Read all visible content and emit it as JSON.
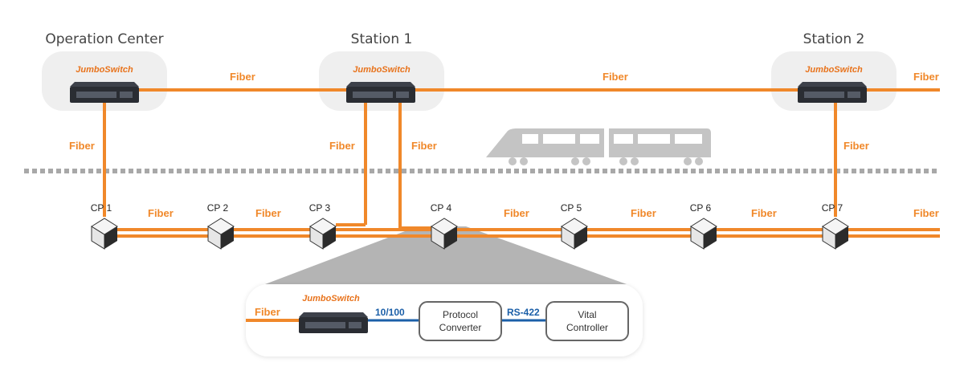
{
  "sites": {
    "operation_center": "Operation Center",
    "station1": "Station 1",
    "station2": "Station 2"
  },
  "brand": "JumboSwitch",
  "fiber_label": "Fiber",
  "control_points": [
    "CP 1",
    "CP 2",
    "CP 3",
    "CP 4",
    "CP 5",
    "CP 6",
    "CP 7"
  ],
  "detail": {
    "fiber": "Fiber",
    "link1": "10/100",
    "link2": "RS-422",
    "protocol_converter": [
      "Protocol",
      "Converter"
    ],
    "vital_controller": [
      "Vital",
      "Controller"
    ]
  },
  "colors": {
    "fiber": "#f0882a",
    "copper": "#1b5fa8",
    "site_bg": "#efefef",
    "track": "#a8a8a8",
    "train": "#c4c4c4"
  }
}
